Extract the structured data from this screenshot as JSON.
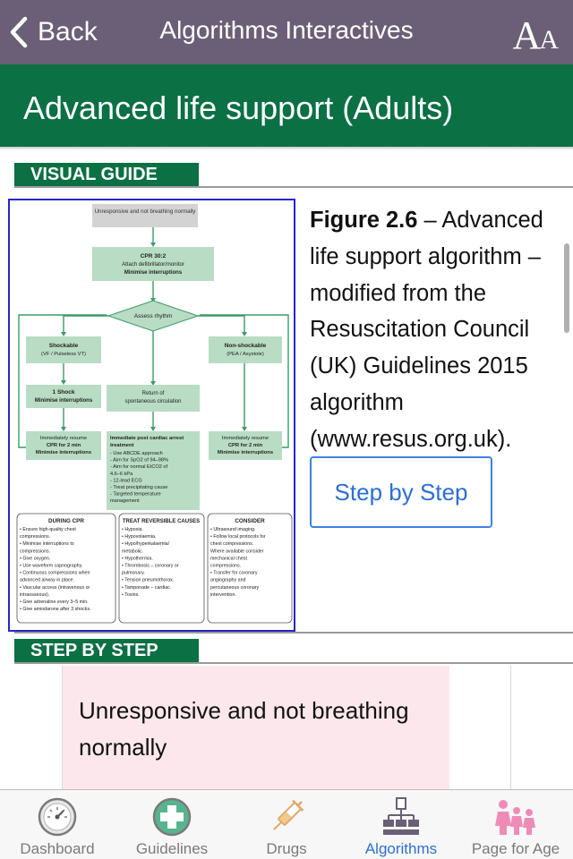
{
  "nav": {
    "back_label": "Back",
    "title": "Algorithms Interactives",
    "font_size_glyph_big": "A",
    "font_size_glyph_small": "A"
  },
  "page": {
    "title": "Advanced life support (Adults)"
  },
  "visual_guide": {
    "header": "VISUAL GUIDE",
    "caption_bold": "Figure 2.6",
    "caption_rest": " – Advanced life support algorithm – modified from the Resuscitation Council (UK) Guidelines 2015 algorithm (www.resus.org.uk).",
    "step_button_label": "Step by Step",
    "thumbnail": {
      "box_unresponsive": "Unresponsive and not breathing normally",
      "box_cpr": "CPR 30:2",
      "box_cpr_sub": "Attach defibrillator/monitor",
      "box_cpr_sub2": "Minimise interruptions",
      "assess": "Assess rhythm",
      "shockable": "Shockable",
      "shockable_sub": "(VF / Pulseless VT)",
      "nonshockable": "Non-shockable",
      "nonshockable_sub": "(PEA / Asystole)",
      "one_shock": "1 Shock",
      "one_shock_sub": "Minimise interruptions",
      "rosc": "Return of",
      "rosc2": "spontaneous circulation",
      "resume_left": "Immediately resume",
      "resume_left2": "CPR for 2 min",
      "resume_left3": "Minimise interruptions",
      "post_arrest": "Immediate post cardiac arrest",
      "post_arrest2": "treatment",
      "post_items": [
        "- Use ABCDE approach",
        "- Aim for SpO2 of 94–98%",
        "- Aim for normal EtCO2 of",
        "  4.6–6 kPa",
        "- 12-lead ECG",
        "- Treat precipitating cause",
        "- Targeted temperature",
        "  management"
      ],
      "resume_right": "Immediately resume",
      "resume_right2": "CPR for 2 min",
      "resume_right3": "Minimise interruptions",
      "during_cpr_title": "DURING CPR",
      "during_cpr_items": [
        "• Ensure high-quality chest",
        "  compressions.",
        "• Minimise interruptions to",
        "  compressions.",
        "• Give oxygen.",
        "• Use waveform capnography.",
        "• Continuous compressions when",
        "  advanced airway in place.",
        "• Vascular access (intravenous or",
        "  intraosseous).",
        "• Give adrenaline every 3–5 min.",
        "• Give amiodarone after 3 shocks."
      ],
      "reversible_title": "TREAT REVERSIBLE CAUSES",
      "reversible_items": [
        "• Hypoxia.",
        "• Hypovolaemia.",
        "• Hypo/hyperkalaemia/",
        "  metabolic.",
        "• Hypothermia.",
        "• Thrombosis – coronary or",
        "  pulmonary.",
        "• Tension pneumothorax.",
        "• Tamponade – cardiac.",
        "• Toxins."
      ],
      "consider_title": "CONSIDER",
      "consider_items": [
        "• Ultrasound imaging.",
        "• Follow local protocols for",
        "  chest compressions.",
        "  Where available consider",
        "  mechanical chest",
        "  compressions.",
        "• Transfer for coronary",
        "  angiography and",
        "  percutaneous coronary",
        "  intervention."
      ]
    }
  },
  "step_by_step": {
    "header": "STEP BY STEP",
    "first_step": "Unresponsive and not breathing normally"
  },
  "tabs": [
    {
      "label": "Dashboard",
      "icon": "gauge-icon",
      "active": false
    },
    {
      "label": "Guidelines",
      "icon": "medical-cross-icon",
      "active": false
    },
    {
      "label": "Drugs",
      "icon": "syringe-icon",
      "active": false
    },
    {
      "label": "Algorithms",
      "icon": "flowchart-icon",
      "active": true
    },
    {
      "label": "Page for Age",
      "icon": "family-icon",
      "active": false
    }
  ],
  "colors": {
    "navbar": "#6b5f77",
    "brand_green": "#0b7044",
    "link_blue": "#2b6fd8",
    "step_card_pink": "#fce8ec"
  }
}
